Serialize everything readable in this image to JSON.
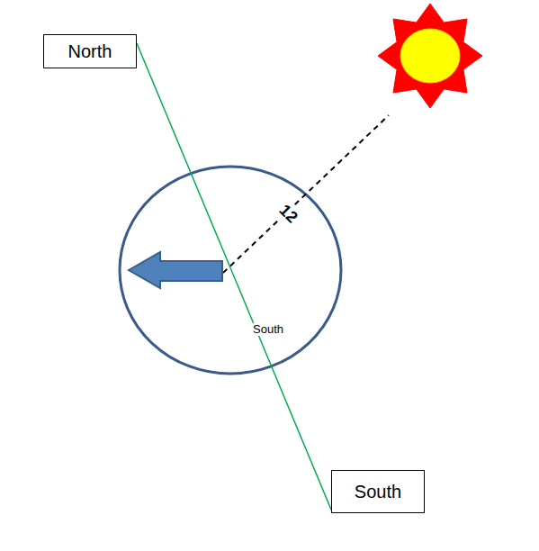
{
  "diagram": {
    "nodes": [
      {
        "text": [
          "North"
        ]
      },
      {
        "text": [
          "South"
        ]
      }
    ],
    "edges": [
      {
        "from": 0,
        "to": 1,
        "arrow": "none"
      }
    ],
    "labels": [
      "12",
      "South"
    ]
  }
}
